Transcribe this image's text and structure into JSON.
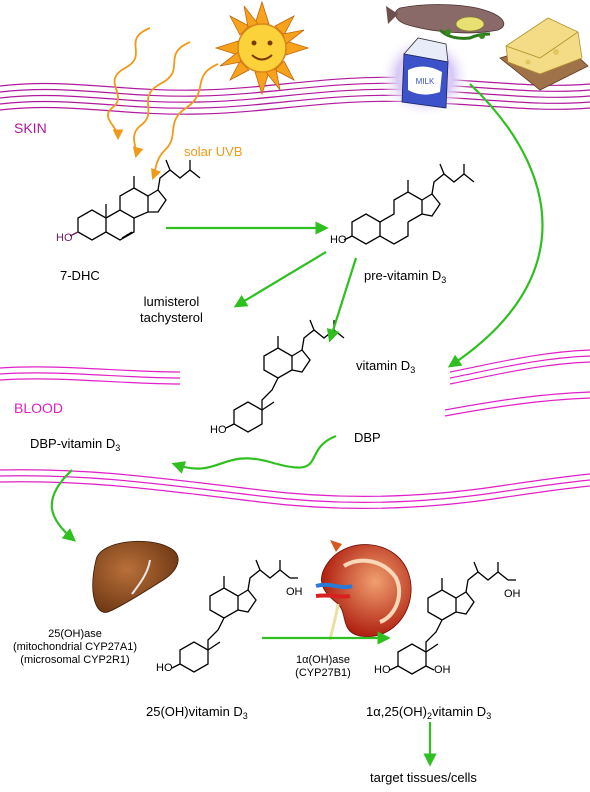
{
  "colors": {
    "skin_line": "#b0199e",
    "blood_line": "#e020c8",
    "uvb": "#f19a1a",
    "arrow": "#2fbf20",
    "structure": "#000000"
  },
  "icons": [
    "sun-icon",
    "fish-icon",
    "cheese-icon",
    "milk-carton-icon",
    "liver-icon",
    "kidney-icon"
  ],
  "labels": {
    "skin": "SKIN",
    "blood": "BLOOD",
    "solar_uvb": "solar UVB",
    "seven_dhc": "7-DHC",
    "pre_vitamin": "pre-vitamin D",
    "pre_vitamin_sub": "3",
    "lumisterol": "lumisterol",
    "tachysterol": "tachysterol",
    "vitamin": "vitamin D",
    "vitamin_sub": "3",
    "dbp": "DBP",
    "dbp_vitamin": "DBP-vitamin D",
    "dbp_vitamin_sub": "3",
    "enzyme25_1": "25(OH)ase",
    "enzyme25_2": "(mitochondrial CYP27A1)",
    "enzyme25_3": "(microsomal CYP2R1)",
    "calcidiol": "25(OH)vitamin D",
    "calcidiol_sub": "3",
    "enzyme1a_1": "1α(OH)ase",
    "enzyme1a_2": "(CYP27B1)",
    "calcitriol_a": "1α,25(OH)",
    "calcitriol_sub2": "2",
    "calcitriol_b": "vitamin D",
    "calcitriol_sub3": "3",
    "target": "target tissues/cells",
    "ho": "HO",
    "oh": "OH"
  }
}
